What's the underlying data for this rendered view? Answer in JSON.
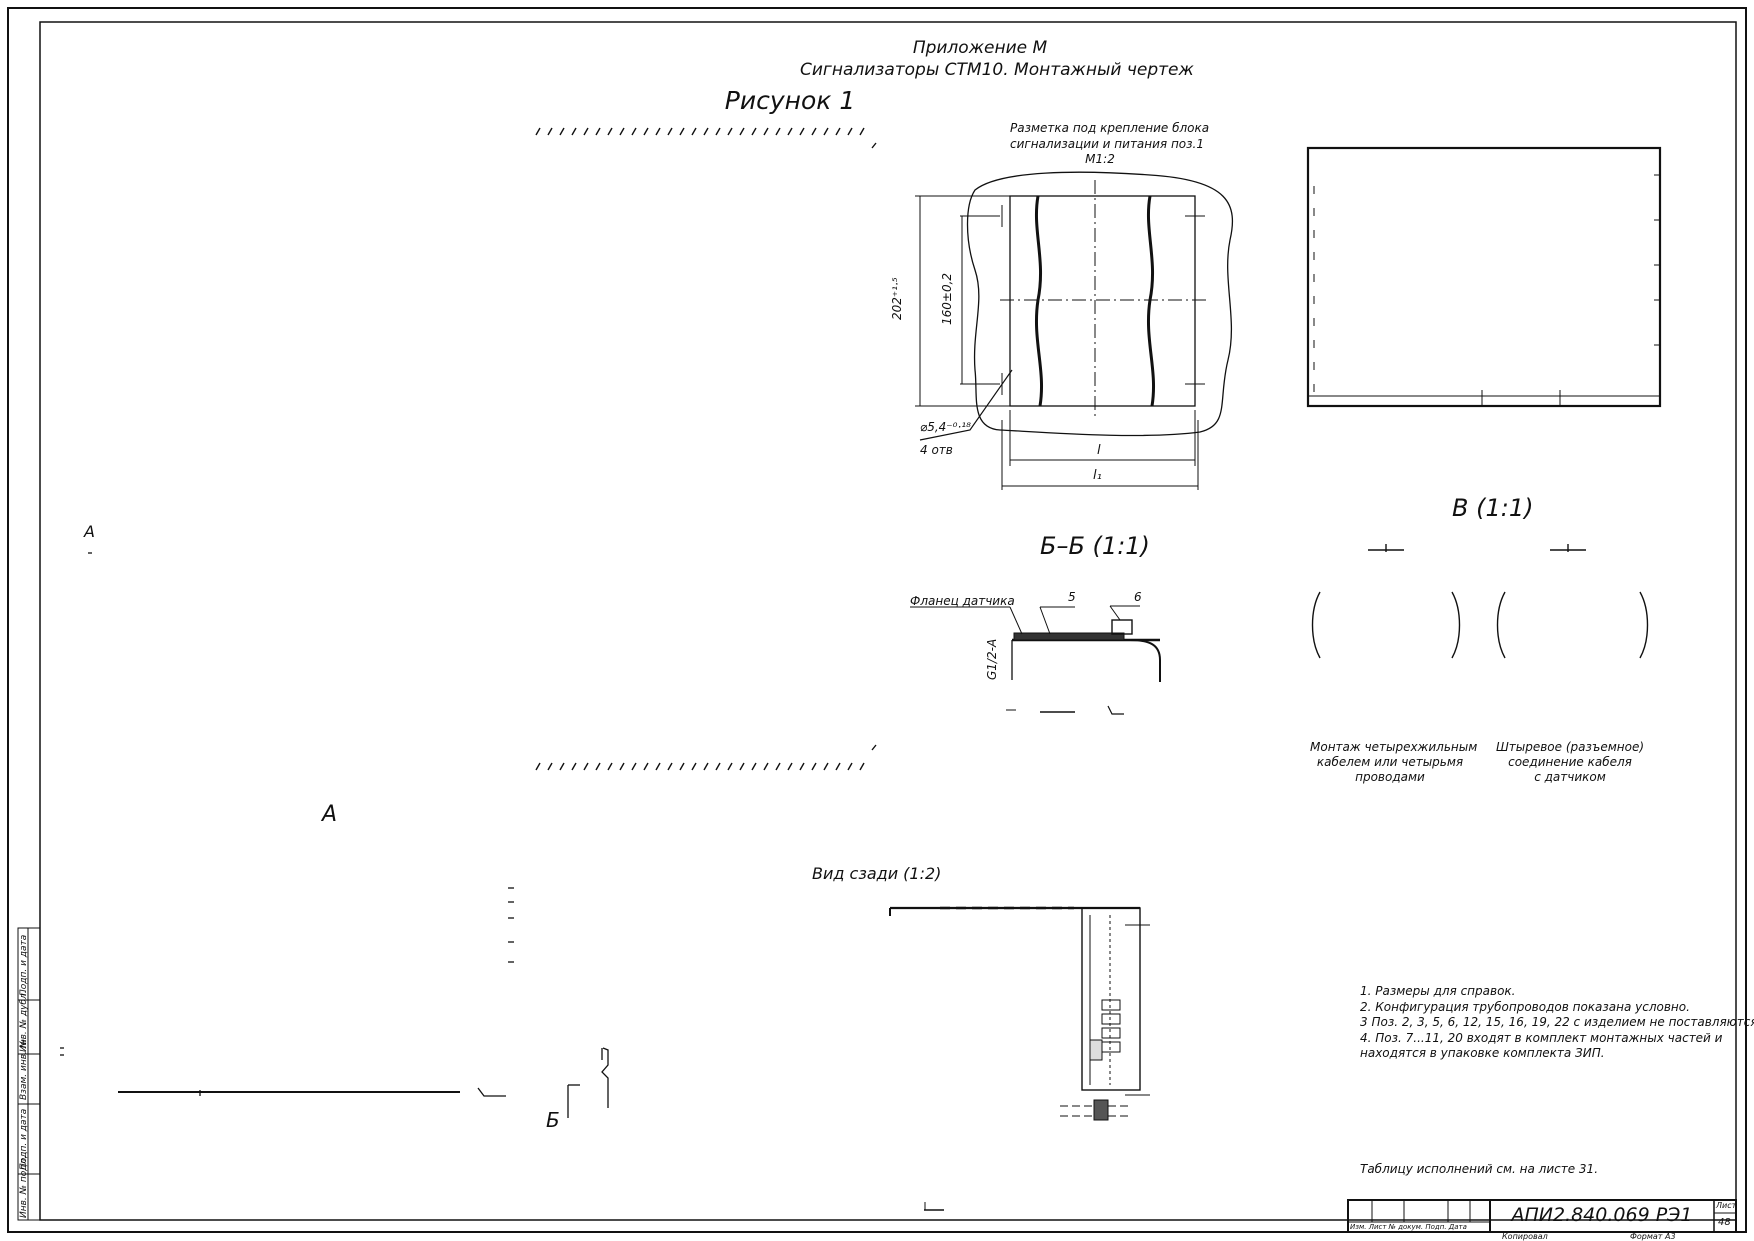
{
  "header": {
    "appendix": "Приложение М",
    "subtitle": "Сигнализаторы СТМ10. Монтажный чертеж",
    "figure": "Рисунок 1"
  },
  "marking": {
    "caption_line1": "Разметка под крепление блока",
    "caption_line2": "сигнализации и питания поз.1",
    "caption_line3": "М1:2",
    "dim_outer": "202⁺¹·⁵",
    "dim_inner": "160±0,2",
    "hole_dim": "⌀5,4⁻⁰·¹⁸",
    "hole_count": "4 отв",
    "len_l": "l",
    "len_l1": "l₁"
  },
  "section_bb": {
    "title": "Б–Б (1:1)",
    "flange_label": "Фланец датчика",
    "pos5": "5",
    "pos6": "6",
    "thread": "G1/2-A"
  },
  "view_v": {
    "title": "В (1:1)",
    "left_caption1": "Монтаж четырехжильным",
    "left_caption2": "кабелем или четырьмя",
    "left_caption3": "проводами",
    "right_caption1": "Штыревое (разъемное)",
    "right_caption2": "соединение кабеля",
    "right_caption3": "с датчиком"
  },
  "view_a": {
    "label": "А",
    "left_mark": "А"
  },
  "section_mark": "Б",
  "rear_view": {
    "title": "Вид сзади (1:2)"
  },
  "notes": {
    "n1": "1. Размеры для справок.",
    "n2": "2. Конфигурация трубопроводов показана условно.",
    "n3": "3 Поз. 2, 3, 5, 6, 12, 15, 16, 19, 22 с изделием не поставляются",
    "n4a": "4.  Поз.  7...11,  20  входят  в  комплект  монтажных  частей  и",
    "n4b": "находятся в упаковке комплекта ЗИП.",
    "table_ref": "Таблицу исполнений см. на листе 31."
  },
  "title_block": {
    "designation": "АПИ2.840.069 РЭ1",
    "sheet_label": "Лист",
    "sheet_number": "48",
    "copied": "Копировал",
    "format": "Формат   А3",
    "row_labels": "Изм. Лист  № докум.  Подп.  Дата"
  },
  "side_stamp": {
    "s1": "Подп. и дата",
    "s2": "Инв. № дубл.",
    "s3": "Взам. инв. №",
    "s4": "Подп. и дата",
    "s5": "Инв. № подл."
  }
}
